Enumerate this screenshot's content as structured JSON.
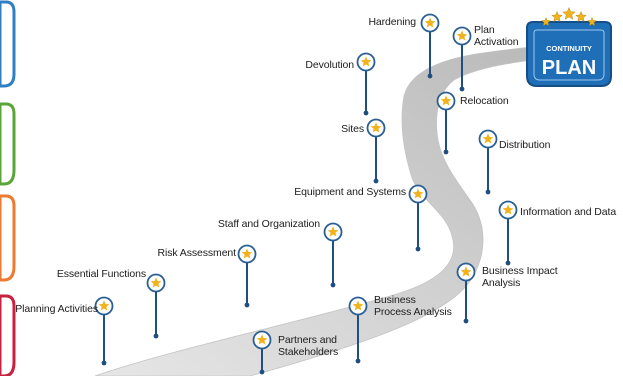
{
  "badge": {
    "line1": "CONTINUITY",
    "line2": "PLAN"
  },
  "milestones": [
    {
      "id": "planning-activities",
      "label": "Planning Activities"
    },
    {
      "id": "essential-functions",
      "label": "Essential Functions"
    },
    {
      "id": "risk-assessment",
      "label": "Risk Assessment"
    },
    {
      "id": "staff-and-organization",
      "label": "Staff and Organization"
    },
    {
      "id": "equipment-and-systems",
      "label": "Equipment and Systems"
    },
    {
      "id": "sites",
      "label": "Sites"
    },
    {
      "id": "devolution",
      "label": "Devolution"
    },
    {
      "id": "hardening",
      "label": "Hardening"
    },
    {
      "id": "plan-activation",
      "label": "Plan Activation"
    },
    {
      "id": "relocation",
      "label": "Relocation"
    },
    {
      "id": "distribution",
      "label": "Distribution"
    },
    {
      "id": "information-and-data",
      "label": "Information and Data"
    },
    {
      "id": "business-impact-analysis",
      "label": "Business Impact Analysis"
    },
    {
      "id": "business-process-analysis",
      "label": "Business Process Analysis"
    },
    {
      "id": "partners-and-stakeholders",
      "label": "Partners and Stakeholders"
    }
  ],
  "colors": {
    "road": "#d6d6d6",
    "road_shade": "#bdbdbd",
    "pin_ring": "#2a5f94",
    "pin_fill": "#ffffff",
    "star": "#f2b21b",
    "stick": "#1e4f80",
    "badge": "#1f6fb8",
    "badge_stars": "#f2b21b",
    "left_tabs": [
      "#2f7fc1",
      "#5aa53a",
      "#ee7a30",
      "#c8203f"
    ]
  }
}
